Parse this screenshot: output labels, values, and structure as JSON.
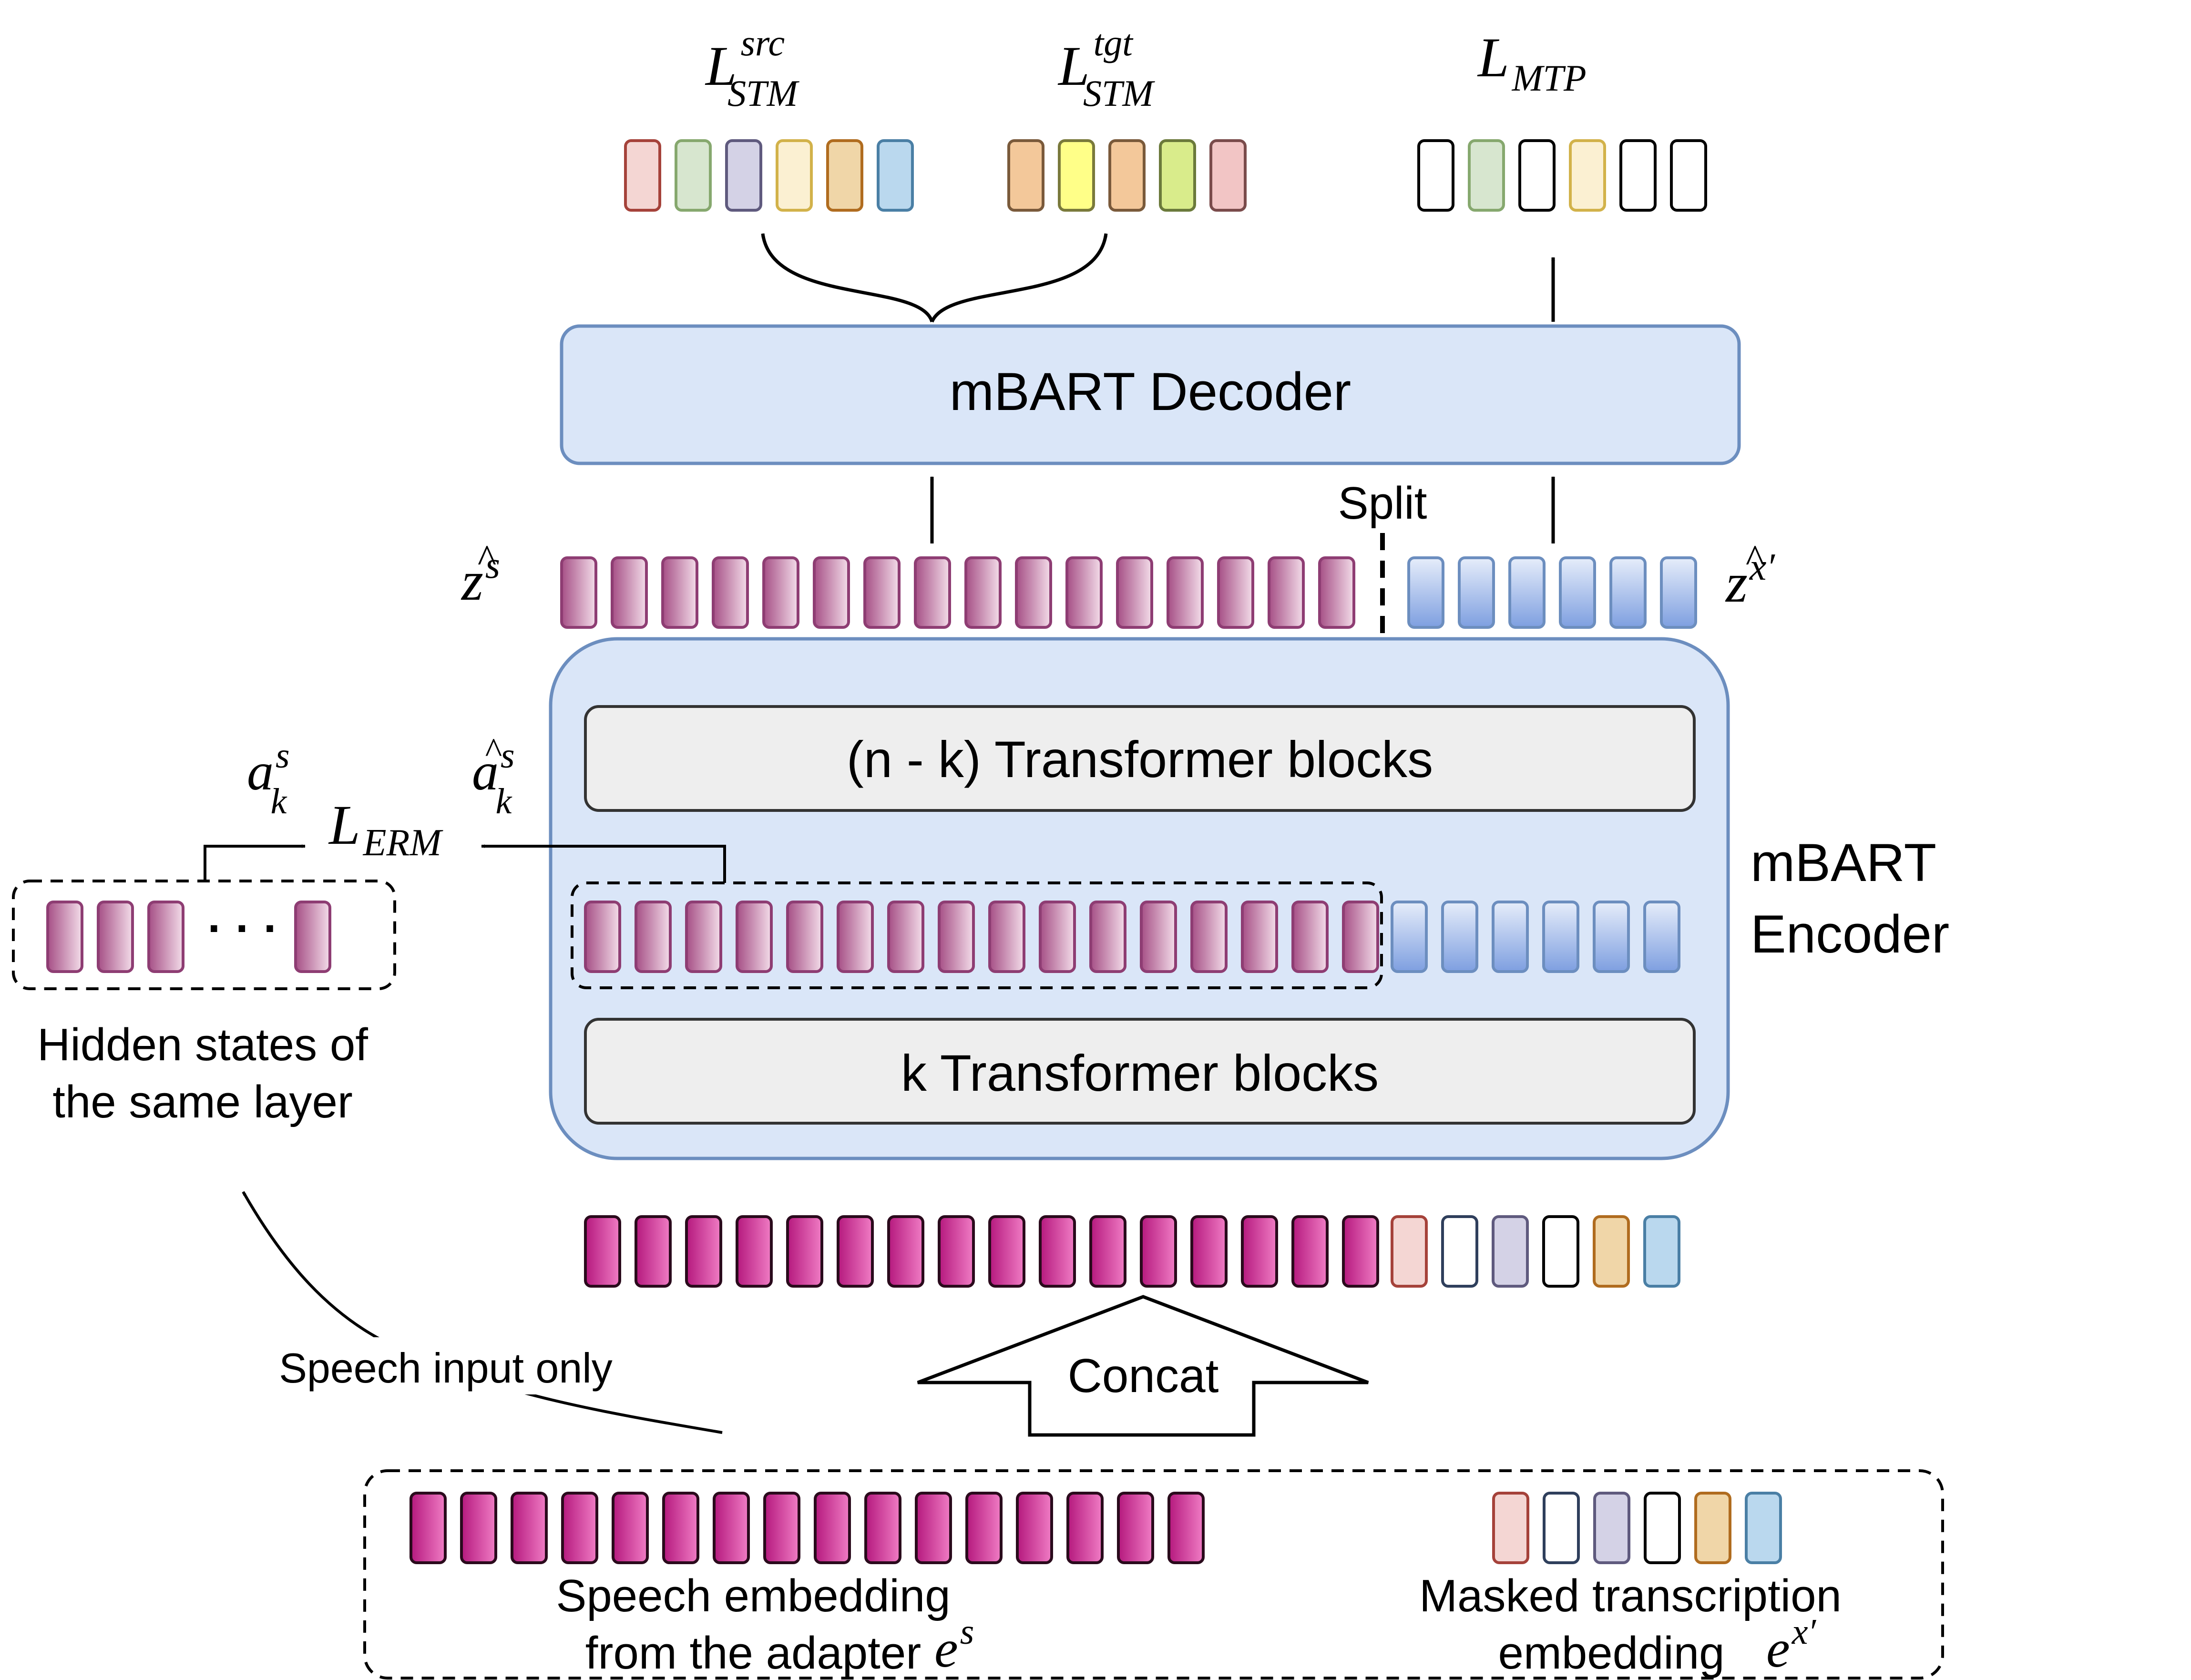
{
  "losses": {
    "stm_src": {
      "base": "L",
      "sup": "src",
      "sub": "STM"
    },
    "stm_tgt": {
      "base": "L",
      "sup": "tgt",
      "sub": "STM"
    },
    "mtp": {
      "base": "L",
      "sub": "MTP"
    },
    "erm": {
      "base": "L",
      "sub": "ERM"
    }
  },
  "decoder": {
    "label": "mBART Decoder"
  },
  "split_label": "Split",
  "z_s_label": {
    "base": "z",
    "sup": "s"
  },
  "z_x_label": {
    "base": "z",
    "sup": "x′"
  },
  "encoder": {
    "label_line1": "mBART",
    "label_line2": "Encoder",
    "upper_blocks": "(n - k) Transformer blocks",
    "lower_blocks": "k Transformer blocks"
  },
  "a_k_s": {
    "base": "a",
    "sup": "s",
    "sub": "k"
  },
  "a_hat_k_s": {
    "base": "a",
    "sup": "s",
    "sub": "k"
  },
  "hidden_states": {
    "ellipsis": "· · ·",
    "line1": "Hidden states of",
    "line2": "the same layer"
  },
  "speech_input_only": "Speech input only",
  "concat_label": "Concat",
  "speech_embedding": {
    "line1": "Speech embedding",
    "line2": "from the adapter",
    "symbol_base": "e",
    "symbol_sup": "s"
  },
  "masked_embedding": {
    "line1": "Masked transcription",
    "line2": "embedding",
    "symbol_base": "e",
    "symbol_sup": "x′"
  },
  "colors": {
    "red": [
      "#f4d6d3",
      "#a5423a"
    ],
    "green": [
      "#d7e6cf",
      "#86a86e"
    ],
    "purple": [
      "#d4d2e6",
      "#5f5a7e"
    ],
    "yellow": [
      "#fbf0d2",
      "#d2b24a"
    ],
    "orange": [
      "#f0d6a8",
      "#b06c1f"
    ],
    "blue": [
      "#bad8ee",
      "#4a7fa5"
    ],
    "orange2": [
      "#f3c89a",
      "#7a5a3b"
    ],
    "brightyellow": [
      "#ffff88",
      "#7a7a3b"
    ],
    "lime": [
      "#d9ec8b",
      "#6b7a3b"
    ],
    "pink": [
      "#f2c5c5",
      "#7a4b4b"
    ],
    "white": [
      "#ffffff",
      "#000000"
    ],
    "white_navy": [
      "#ffffff",
      "#2f3f5c"
    ],
    "encoder_fill": "#dae6f8",
    "block_fill": "#eeeeee"
  },
  "token_rows": {
    "stm_src": [
      "red",
      "green",
      "purple",
      "yellow",
      "orange",
      "blue"
    ],
    "stm_tgt": [
      "orange2",
      "brightyellow",
      "orange2",
      "lime",
      "pink"
    ],
    "mtp": [
      "white",
      "green",
      "white",
      "yellow",
      "white",
      "white"
    ],
    "z_s_count": 16,
    "z_x_count": 6,
    "encoder_mid_speech_count": 16,
    "encoder_mid_text_count": 6,
    "hidden_count": 3,
    "concat_speech_count": 16,
    "concat_text": [
      "red",
      "white_navy",
      "purple",
      "white",
      "orange",
      "blue"
    ],
    "speech_emb_count": 16,
    "masked_text": [
      "red",
      "white_navy",
      "purple",
      "white",
      "orange",
      "blue"
    ]
  }
}
